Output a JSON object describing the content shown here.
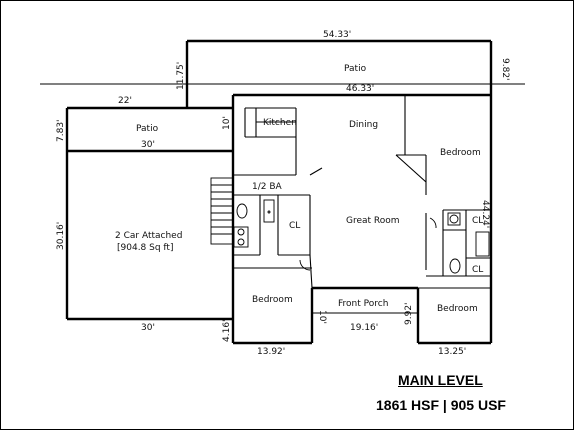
{
  "plan": {
    "rooms": {
      "patio_top": "Patio",
      "patio_left": "Patio",
      "kitchen": "Kitchen",
      "dining": "Dining",
      "bedroom_ne": "Bedroom",
      "half_bath": "1/2 BA",
      "closet_mid": "CL",
      "great_room": "Great Room",
      "closet_e1": "CL",
      "closet_e2": "CL",
      "garage_line1": "2 Car Attached",
      "garage_line2": "[904.8 Sq ft]",
      "bedroom_sw": "Bedroom",
      "front_porch": "Front Porch",
      "bedroom_se": "Bedroom"
    },
    "dimensions": {
      "top_width": "54.33'",
      "top_right_side": "9.82'",
      "top_left_side": "11.75'",
      "house_width": "46.33'",
      "patio_left_width": "22'",
      "patio_left_depth": "7.83'",
      "kitchen_side": "10'",
      "garage_top": "30'",
      "garage_side": "30.16'",
      "garage_bottom": "30'",
      "right_side": "44.24'",
      "bedroom_sw_side": "4.16'",
      "bedroom_sw_width": "13.92'",
      "porch_left": "10'",
      "porch_width": "19.16'",
      "porch_right": "9.92'",
      "bedroom_se_width": "13.25'"
    }
  },
  "caption": {
    "title": "MAIN LEVEL",
    "sqft": "1861 HSF  |  905 USF"
  }
}
